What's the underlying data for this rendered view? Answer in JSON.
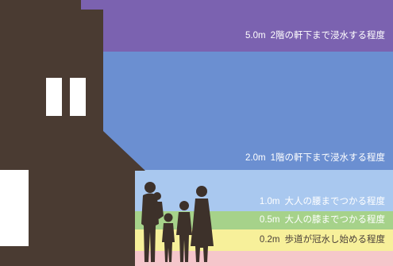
{
  "levels": [
    {
      "depth": "5.0m",
      "text": "2階の軒下まで浸水する程度",
      "color": "#7b62b0"
    },
    {
      "depth": "2.0m",
      "text": "1階の軒下まで浸水する程度",
      "color": "#6b8fd1"
    },
    {
      "depth": "1.0m",
      "text": "大人の腰までつかる程度",
      "color": "#a9c8ef"
    },
    {
      "depth": "0.5m",
      "text": "大人の膝までつかる程度",
      "color": "#a6d28a"
    },
    {
      "depth": "0.2m",
      "text": "歩道が冠水し始める程度",
      "color": "#f7f09a"
    },
    {
      "color": "#f5c6cb"
    }
  ],
  "house_color": "#4a3b32",
  "family_color": "#3d312a"
}
